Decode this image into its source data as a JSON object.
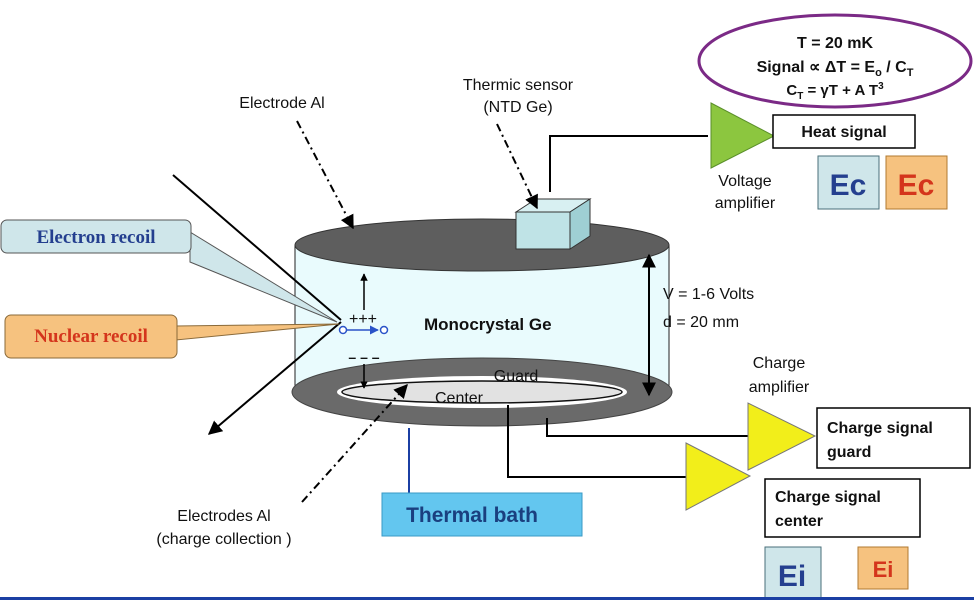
{
  "formula": {
    "line1": "T = 20 mK",
    "line2_prefix": "Signal ∝ ΔT = E",
    "line2_sub1": "o",
    "line2_mid": " / C",
    "line2_sub2": "T",
    "line3_c": "C",
    "line3_sub": "T",
    "line3_rest": " = γT + A T",
    "line3_sup": "3"
  },
  "labels": {
    "electrode_top": "Electrode Al",
    "thermic_sensor_1": "Thermic sensor",
    "thermic_sensor_2": "(NTD Ge)",
    "heat_signal": "Heat signal",
    "voltage_amp_1": "Voltage",
    "voltage_amp_2": "amplifier",
    "ec_blue": "Ec",
    "ec_red": "Ec",
    "electron_recoil": "Electron recoil",
    "nuclear_recoil": "Nuclear recoil",
    "plus_charges": "+++",
    "minus_charges": "– – –",
    "crystal": "Monocrystal Ge",
    "voltage": "V = 1-6 Volts",
    "distance": "d = 20 mm",
    "guard": "Guard",
    "center": "Center",
    "charge_amp_1": "Charge",
    "charge_amp_2": "amplifier",
    "charge_guard_1": "Charge signal",
    "charge_guard_2": "guard",
    "charge_center_1": "Charge signal",
    "charge_center_2": "center",
    "electrodes_bottom_1": "Electrodes Al",
    "electrodes_bottom_2": "(charge collection )",
    "thermal_bath": "Thermal bath",
    "ei_blue": "Ei",
    "ei_red": "Ei"
  },
  "colors": {
    "ellipse_border": "#7b2a86",
    "crystal_fill": "#e9fbfd",
    "electrode_gray": "#606060",
    "sensor_fill": "#bfe3e6",
    "amp_green": "#8cc63f",
    "amp_yellow": "#f2ee1a",
    "callout_blue_fill": "#cfe6ea",
    "callout_blue_text": "#243f8f",
    "callout_orange_fill": "#f6c27f",
    "callout_orange_text": "#d4351c",
    "box_blue_fill": "#cfe6ea",
    "box_orange_fill": "#f6c27f",
    "thermal_bath_fill": "#63c6ef",
    "thermal_bath_text": "#1a3f7f",
    "bottom_line": "#1b3fa3"
  }
}
